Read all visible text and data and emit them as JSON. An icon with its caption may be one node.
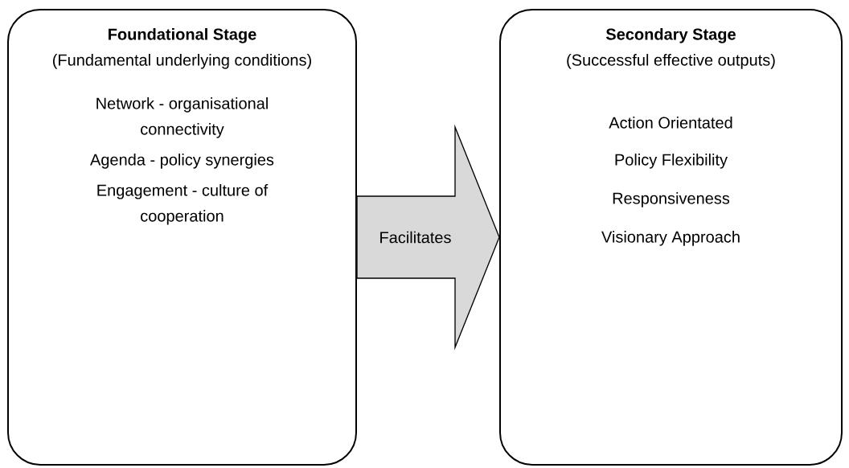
{
  "diagram": {
    "nodes": [
      {
        "text": [
          "Foundational Stage",
          "(Fundamental underlying conditions)",
          "Network - organisational connectivity",
          "Agenda - policy synergies",
          "Engagement - culture of cooperation"
        ]
      },
      {
        "text": [
          "Secondary Stage",
          "(Successful effective outputs)",
          "Action Orientated",
          "Policy Flexibility",
          "Responsiveness",
          "Visionary Approach"
        ]
      }
    ],
    "edges": [
      {
        "from": 0,
        "to": 1,
        "arrow": "to",
        "label": "Facilitates"
      }
    ]
  }
}
